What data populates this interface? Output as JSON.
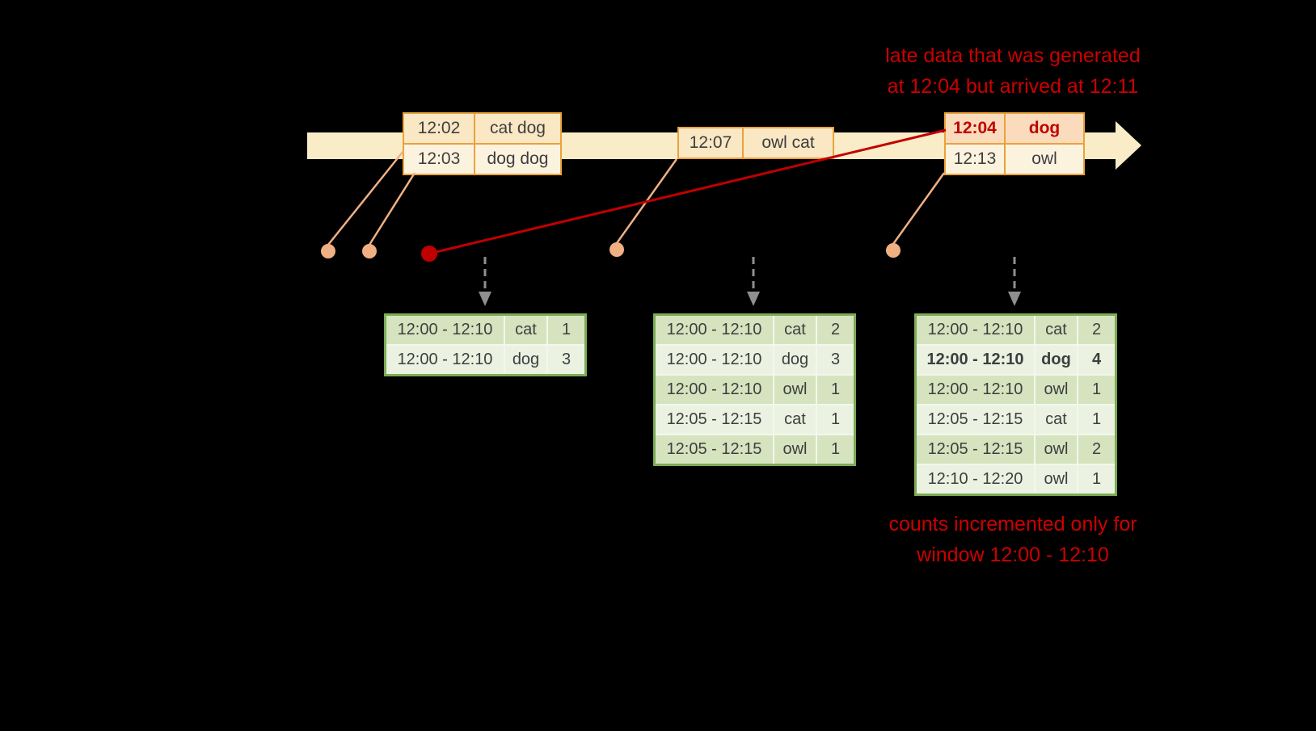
{
  "annotations": {
    "late_line1": "late data that was generated",
    "late_line2": "at 12:04 but arrived at 12:11",
    "counts_line1": "counts incremented only for",
    "counts_line2": "window 12:00 - 12:10"
  },
  "events": {
    "group1": {
      "rows": [
        {
          "time": "12:02",
          "words": "cat dog"
        },
        {
          "time": "12:03",
          "words": "dog dog"
        }
      ]
    },
    "group2": {
      "rows": [
        {
          "time": "12:07",
          "words": "owl cat"
        }
      ]
    },
    "group3": {
      "rows": [
        {
          "time": "12:04",
          "words": "dog"
        },
        {
          "time": "12:13",
          "words": "owl"
        }
      ]
    }
  },
  "result_tables": {
    "t1": {
      "rows": [
        {
          "window": "12:00 - 12:10",
          "word": "cat",
          "count": "1"
        },
        {
          "window": "12:00 - 12:10",
          "word": "dog",
          "count": "3"
        }
      ]
    },
    "t2": {
      "rows": [
        {
          "window": "12:00 - 12:10",
          "word": "cat",
          "count": "2"
        },
        {
          "window": "12:00 - 12:10",
          "word": "dog",
          "count": "3"
        },
        {
          "window": "12:00 - 12:10",
          "word": "owl",
          "count": "1"
        },
        {
          "window": "12:05 - 12:15",
          "word": "cat",
          "count": "1"
        },
        {
          "window": "12:05 - 12:15",
          "word": "owl",
          "count": "1"
        }
      ]
    },
    "t3": {
      "rows": [
        {
          "window": "12:00 - 12:10",
          "word": "cat",
          "count": "2"
        },
        {
          "window": "12:00 - 12:10",
          "word": "dog",
          "count": "4"
        },
        {
          "window": "12:00 - 12:10",
          "word": "owl",
          "count": "1"
        },
        {
          "window": "12:05 - 12:15",
          "word": "cat",
          "count": "1"
        },
        {
          "window": "12:05 - 12:15",
          "word": "owl",
          "count": "2"
        },
        {
          "window": "12:10 - 12:20",
          "word": "owl",
          "count": "1"
        }
      ]
    }
  },
  "colors": {
    "background": "#000000",
    "timeline_fill": "#FAECC7",
    "event_border": "#E9A23B",
    "late_red": "#C00000",
    "annotation_red": "#CC0000",
    "green_border": "#7CAB55",
    "green_row_dark": "#D5E3BF",
    "green_row_light": "#EBF2E1",
    "dot_salmon": "#F1B083",
    "trigger_arrow_gray": "#8F8F8F"
  }
}
